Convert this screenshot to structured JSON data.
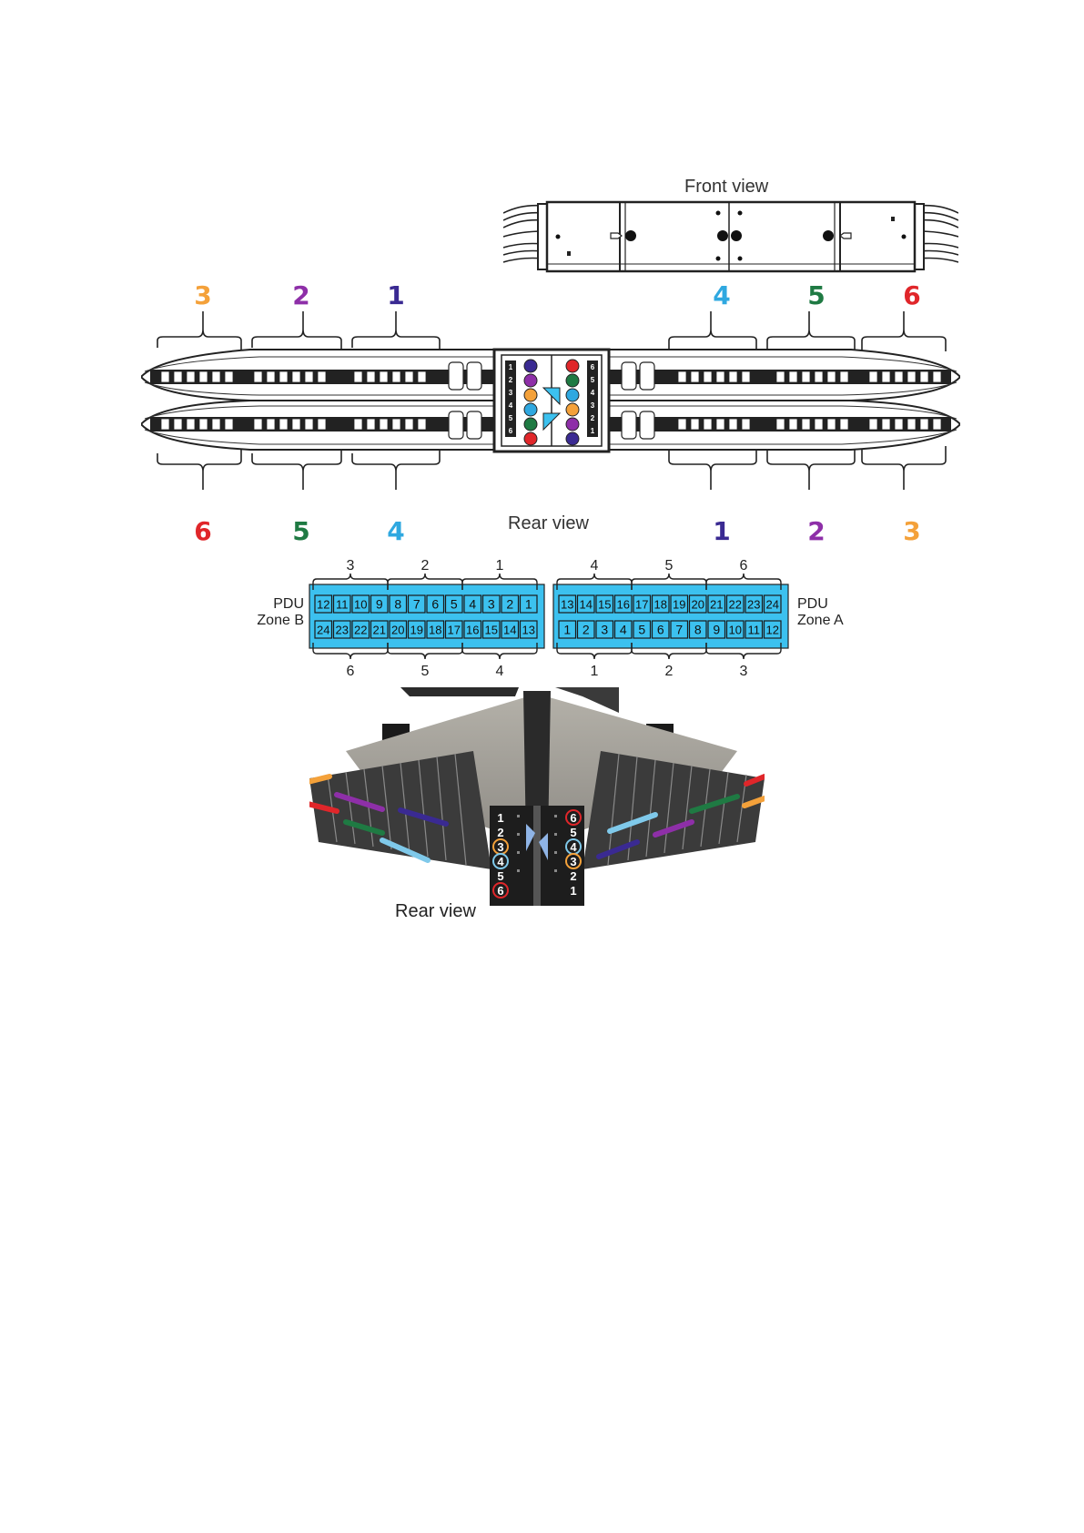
{
  "captions": {
    "front_view": "Front view",
    "rear_view_drawing": "Rear view",
    "rear_view_photo": "Rear view"
  },
  "colors": {
    "zone1": "#3a2a92",
    "zone2": "#8e2fa8",
    "zone3": "#f4a13a",
    "zone4": "#2fa8e0",
    "zone5": "#1f7a43",
    "zone6": "#e0262a",
    "pdu_fill": "#3cc1ef",
    "line": "#222222"
  },
  "rear_drawing": {
    "top_labels_left": [
      "3",
      "2",
      "1"
    ],
    "top_labels_right": [
      "4",
      "5",
      "6"
    ],
    "bottom_labels_left": [
      "6",
      "5",
      "4"
    ],
    "bottom_labels_right": [
      "1",
      "2",
      "3"
    ],
    "center_module_left_digits": [
      "1",
      "2",
      "3",
      "4",
      "5",
      "6"
    ],
    "center_module_right_digits": [
      "6",
      "5",
      "4",
      "3",
      "2",
      "1"
    ]
  },
  "pdu_map": {
    "zone_b_label": [
      "PDU",
      "Zone B"
    ],
    "zone_a_label": [
      "PDU",
      "Zone A"
    ],
    "zone_b_top_groups": [
      "3",
      "2",
      "1"
    ],
    "zone_b_bottom_groups": [
      "6",
      "5",
      "4"
    ],
    "zone_a_top_groups": [
      "4",
      "5",
      "6"
    ],
    "zone_a_bottom_groups": [
      "1",
      "2",
      "3"
    ],
    "zone_b_row1": [
      "12",
      "11",
      "10",
      "9",
      "8",
      "7",
      "6",
      "5",
      "4",
      "3",
      "2",
      "1"
    ],
    "zone_b_row2": [
      "24",
      "23",
      "22",
      "21",
      "20",
      "19",
      "18",
      "17",
      "16",
      "15",
      "14",
      "13"
    ],
    "zone_a_row1": [
      "13",
      "14",
      "15",
      "16",
      "17",
      "18",
      "19",
      "20",
      "21",
      "22",
      "23",
      "24"
    ],
    "zone_a_row2": [
      "1",
      "2",
      "3",
      "4",
      "5",
      "6",
      "7",
      "8",
      "9",
      "10",
      "11",
      "12"
    ]
  },
  "photo": {
    "left_digits": [
      "1",
      "2",
      "3",
      "4",
      "5",
      "6"
    ],
    "right_digits": [
      "6",
      "5",
      "4",
      "3",
      "2",
      "1"
    ]
  }
}
